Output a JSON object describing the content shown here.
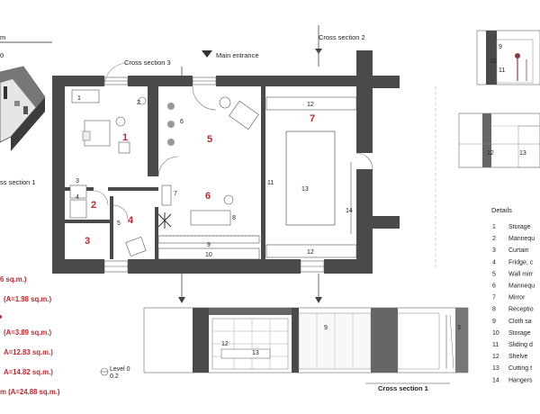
{
  "header": {
    "corner_title": "m",
    "corner_sub": "0"
  },
  "labels": {
    "cross_section_top_1": "Cross section 3",
    "main_entrance": "Main entrance",
    "cross_section_top_2": "Cross section 2",
    "cross_section_left": "ss section 1",
    "cross_section_bottom": "Cross section 1",
    "level": "Level 0",
    "level_value": "0.2"
  },
  "rooms": [
    "1",
    "2",
    "3",
    "4",
    "5",
    "6",
    "7"
  ],
  "fixtures": [
    "1",
    "2",
    "3",
    "4",
    "5",
    "6",
    "7",
    "8",
    "9",
    "10",
    "11",
    "12",
    "13",
    "14"
  ],
  "areas": [
    "6 sq.m.)",
    "(A=1.98 sq.m.)",
    "(A=3.89 sq.m.)",
    "A=12.83 sq.m.)",
    "A=14.82 sq.m.)",
    "m  (A=24.88 sq.m.)"
  ],
  "details": {
    "title": "Details",
    "items": [
      {
        "num": "1",
        "label": "Storage"
      },
      {
        "num": "2",
        "label": "Mannequ"
      },
      {
        "num": "3",
        "label": "Curtain"
      },
      {
        "num": "4",
        "label": "Fridge, c"
      },
      {
        "num": "5",
        "label": "Wall mirr"
      },
      {
        "num": "6",
        "label": "Mannequ"
      },
      {
        "num": "7",
        "label": "Mirror"
      },
      {
        "num": "8",
        "label": "Receptio"
      },
      {
        "num": "9",
        "label": "Cloth sa"
      },
      {
        "num": "10",
        "label": "Storage"
      },
      {
        "num": "11",
        "label": "Sliding d"
      },
      {
        "num": "12",
        "label": "Shelve"
      },
      {
        "num": "13",
        "label": "Cutting t"
      },
      {
        "num": "14",
        "label": "Hangers"
      }
    ]
  },
  "elevations": {
    "top_right": [
      "9",
      "10",
      "11"
    ],
    "mid_right": [
      "12",
      "13"
    ],
    "bottom": [
      "12",
      "13",
      "9",
      "3"
    ]
  },
  "colors": {
    "wall": "#4a4a4a",
    "room_number": "#c0272d",
    "area_text": "#c0272d"
  }
}
